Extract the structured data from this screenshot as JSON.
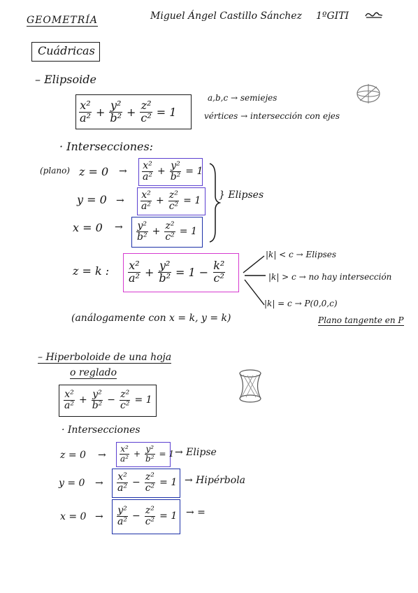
{
  "header": {
    "subject": "GEOMETRÍA",
    "author": "Miguel Ángel Castillo Sánchez",
    "degree": "1ºGITI",
    "icon": "squiggle-logo"
  },
  "section": {
    "title": "Cuádricas"
  },
  "elipsoide": {
    "heading": "– Elipsoide",
    "equation": {
      "t1n": "x²",
      "t1d": "a²",
      "op1": "+",
      "t2n": "y²",
      "t2d": "b²",
      "op2": "+",
      "t3n": "z²",
      "t3d": "c²",
      "rhs": "= 1"
    },
    "note1": "a,b,c → semiejes",
    "note2": "vértices → intersección con ejes",
    "intersections_heading": "· Intersecciones:",
    "plano_label": "(plano)",
    "rows": [
      {
        "lhs": "z = 0",
        "arrow": "→",
        "t1n": "x²",
        "t1d": "a²",
        "op": "+",
        "t2n": "y²",
        "t2d": "b²",
        "rhs": "= 1"
      },
      {
        "lhs": "y = 0",
        "arrow": "→",
        "t1n": "x²",
        "t1d": "a²",
        "op": "+",
        "t2n": "z²",
        "t2d": "c²",
        "rhs": "= 1"
      },
      {
        "lhs": "x = 0",
        "arrow": "→",
        "t1n": "y²",
        "t1d": "b²",
        "op": "+",
        "t2n": "z²",
        "t2d": "c²",
        "rhs": "= 1"
      }
    ],
    "brace_label": "} Elipses",
    "zk_lhs": "z = k :",
    "zk_eq": {
      "t1n": "x²",
      "t1d": "a²",
      "op": "+",
      "t2n": "y²",
      "t2d": "b²",
      "mid": "= 1 −",
      "t3n": "k²",
      "t3d": "c²"
    },
    "cases": [
      "|k| < c → Elipses",
      "|k| > c → no hay intersección",
      "|k| = c → P(0,0,c)"
    ],
    "plano_tangente": "Plano tangente en P",
    "analog": "(análogamente con x = k, y = k)"
  },
  "hiperboloide": {
    "heading": "– Hiperboloide de una hoja",
    "subheading": "o reglado",
    "equation": {
      "t1n": "x²",
      "t1d": "a²",
      "op1": "+",
      "t2n": "y²",
      "t2d": "b²",
      "op2": "−",
      "t3n": "z²",
      "t3d": "c²",
      "rhs": "= 1"
    },
    "intersections_heading": "· Intersecciones",
    "rows": [
      {
        "lhs": "z = 0",
        "arrow": "→",
        "t1n": "x²",
        "t1d": "a²",
        "op": "+",
        "t2n": "y²",
        "t2d": "b²",
        "rhs": "= 1",
        "result": "→ Elipse"
      },
      {
        "lhs": "y = 0",
        "arrow": "→",
        "t1n": "x²",
        "t1d": "a²",
        "op": "−",
        "t2n": "z²",
        "t2d": "c²",
        "rhs": "= 1",
        "result": "→ Hipérbola"
      },
      {
        "lhs": "x = 0",
        "arrow": "→",
        "t1n": "y²",
        "t1d": "a²",
        "op": "−",
        "t2n": "z²",
        "t2d": "c²",
        "rhs": "= 1",
        "result": "→ ="
      }
    ]
  },
  "colors": {
    "ink": "#151515",
    "purple": "#5b3fd0",
    "blue": "#1c30a8",
    "magenta": "#d63ad0"
  }
}
